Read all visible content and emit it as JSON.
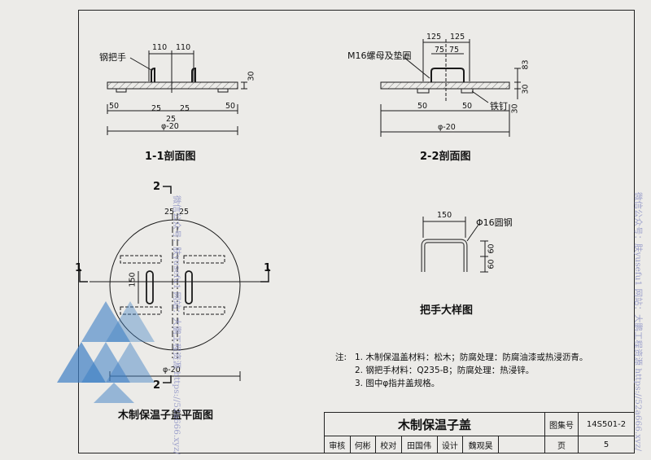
{
  "views": {
    "section_1_1": {
      "title": "1-1剖面图",
      "handle_label": "钢把手",
      "dim_top_left": "110",
      "dim_top_right": "110",
      "dim_thickness": "30",
      "dim_left": "50",
      "dim_right": "50",
      "dim_gap_left": "25",
      "dim_gap_right": "25",
      "dim_gap_center": "25",
      "diameter": "φ-20"
    },
    "section_2_2": {
      "title": "2-2剖面图",
      "bolt_label": "M16螺母及垫圈",
      "nail_label": "铁钉",
      "dim_top_left": "125",
      "dim_top_right": "125",
      "dim_inner_left": "75",
      "dim_inner_right": "75",
      "dim_height_upper": "83",
      "dim_thickness": "30",
      "dim_thickness_lower": "30",
      "dim_left": "50",
      "dim_right": "50",
      "diameter": "φ-20"
    },
    "plan": {
      "title": "木制保温子盖平面图",
      "mark_2_top": "2",
      "mark_2_bottom": "2",
      "mark_1_left": "1",
      "mark_1_right": "1",
      "dim_left": "25",
      "dim_right": "25",
      "dim_150": "150",
      "diameter": "φ-20"
    },
    "handle_detail": {
      "title": "把手大样图",
      "rod_label": "Φ16圆钢",
      "dim_width": "150",
      "dim_upper": "60",
      "dim_lower": "60"
    }
  },
  "notes": {
    "prefix": "注:",
    "items": [
      "1. 木制保温盖材料：松木；防腐处理：防腐油漆或热浸沥青。",
      "2. 钢把手材料：Q235-B；防腐处理：热浸锌。",
      "3. 图中φ指井盖规格。"
    ]
  },
  "title_block": {
    "drawing_title": "木制保温子盖",
    "atlas_label": "图集号",
    "atlas_number": "14S501-2",
    "review_label": "审核",
    "reviewer": "何彬",
    "check_label": "校对",
    "checker": "田国伟",
    "design_label": "设计",
    "designer": "魏观昊",
    "page_label": "页",
    "page_number": "5"
  },
  "watermarks": {
    "left": "微信公众号：肤yusefu1 网站：大鹏工程资源 https://52a666.xyz/",
    "right": "微信公众号：肤yusefu1 网站：大鹏工程资源 https://52a666.xyz/"
  },
  "colors": {
    "line": "#1a1a1a",
    "hatch": "#666666",
    "watermark": "#8a8fc4",
    "logo_blue": "#3e7fc4"
  }
}
